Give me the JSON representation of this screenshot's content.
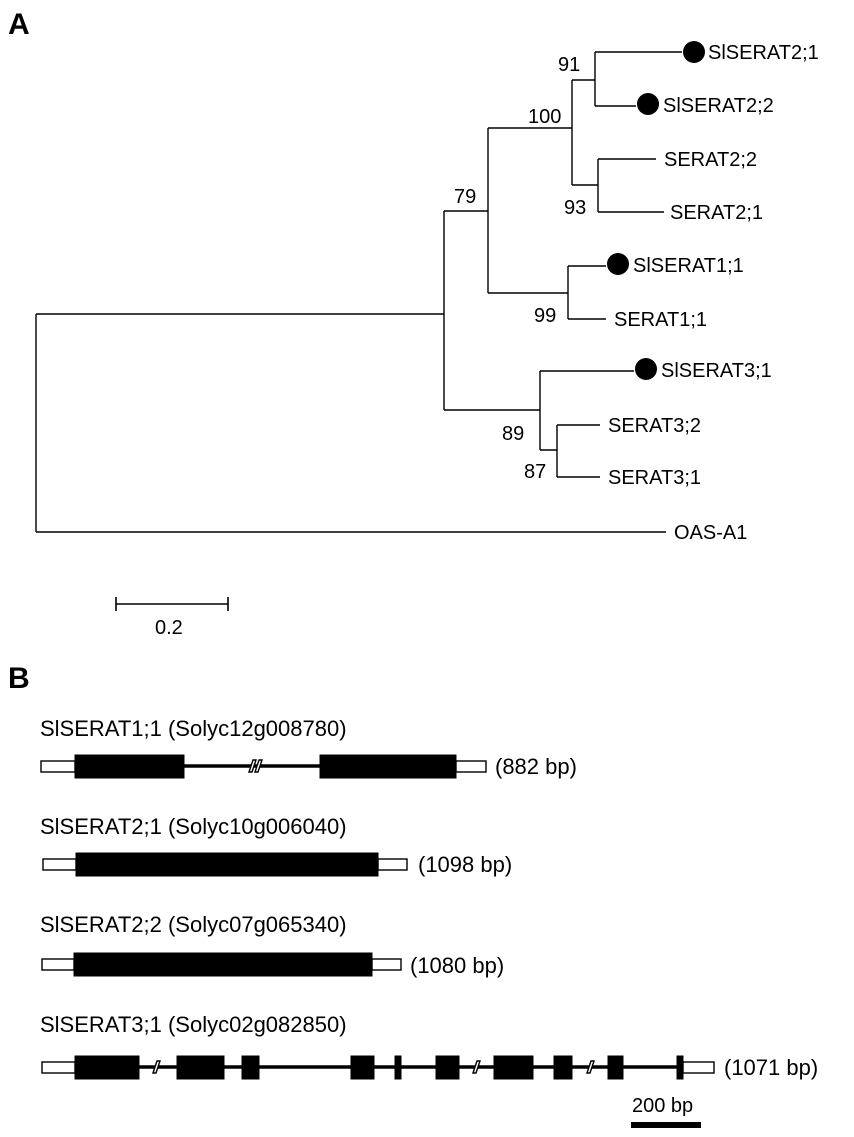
{
  "panels": {
    "a": {
      "letter": "A"
    },
    "b": {
      "letter": "B"
    }
  },
  "tree": {
    "leaves": {
      "slserat2_1": "SlSERAT2;1",
      "slserat2_2": "SlSERAT2;2",
      "serat2_2": "SERAT2;2",
      "serat2_1": "SERAT2;1",
      "slserat1_1": "SlSERAT1;1",
      "serat1_1": "SERAT1;1",
      "slserat3_1": "SlSERAT3;1",
      "serat3_2": "SERAT3;2",
      "serat3_1": "SERAT3;1",
      "oas_a1": "OAS-A1"
    },
    "bootstrap": {
      "n91": "91",
      "n100": "100",
      "n93": "93",
      "n79": "79",
      "n99": "99",
      "n89": "89",
      "n87": "87"
    },
    "scale_label": "0.2",
    "marker_color": "#000000"
  },
  "genes": [
    {
      "title": "SlSERAT1;1 (Solyc12g008780)",
      "length": "(882 bp)"
    },
    {
      "title": "SlSERAT2;1 (Solyc10g006040)",
      "length": "(1098 bp)"
    },
    {
      "title": "SlSERAT2;2 (Solyc07g065340)",
      "length": "(1080 bp)"
    },
    {
      "title": "SlSERAT3;1 (Solyc02g082850)",
      "length": "(1071 bp)"
    }
  ],
  "gene_scale_label": "200 bp"
}
